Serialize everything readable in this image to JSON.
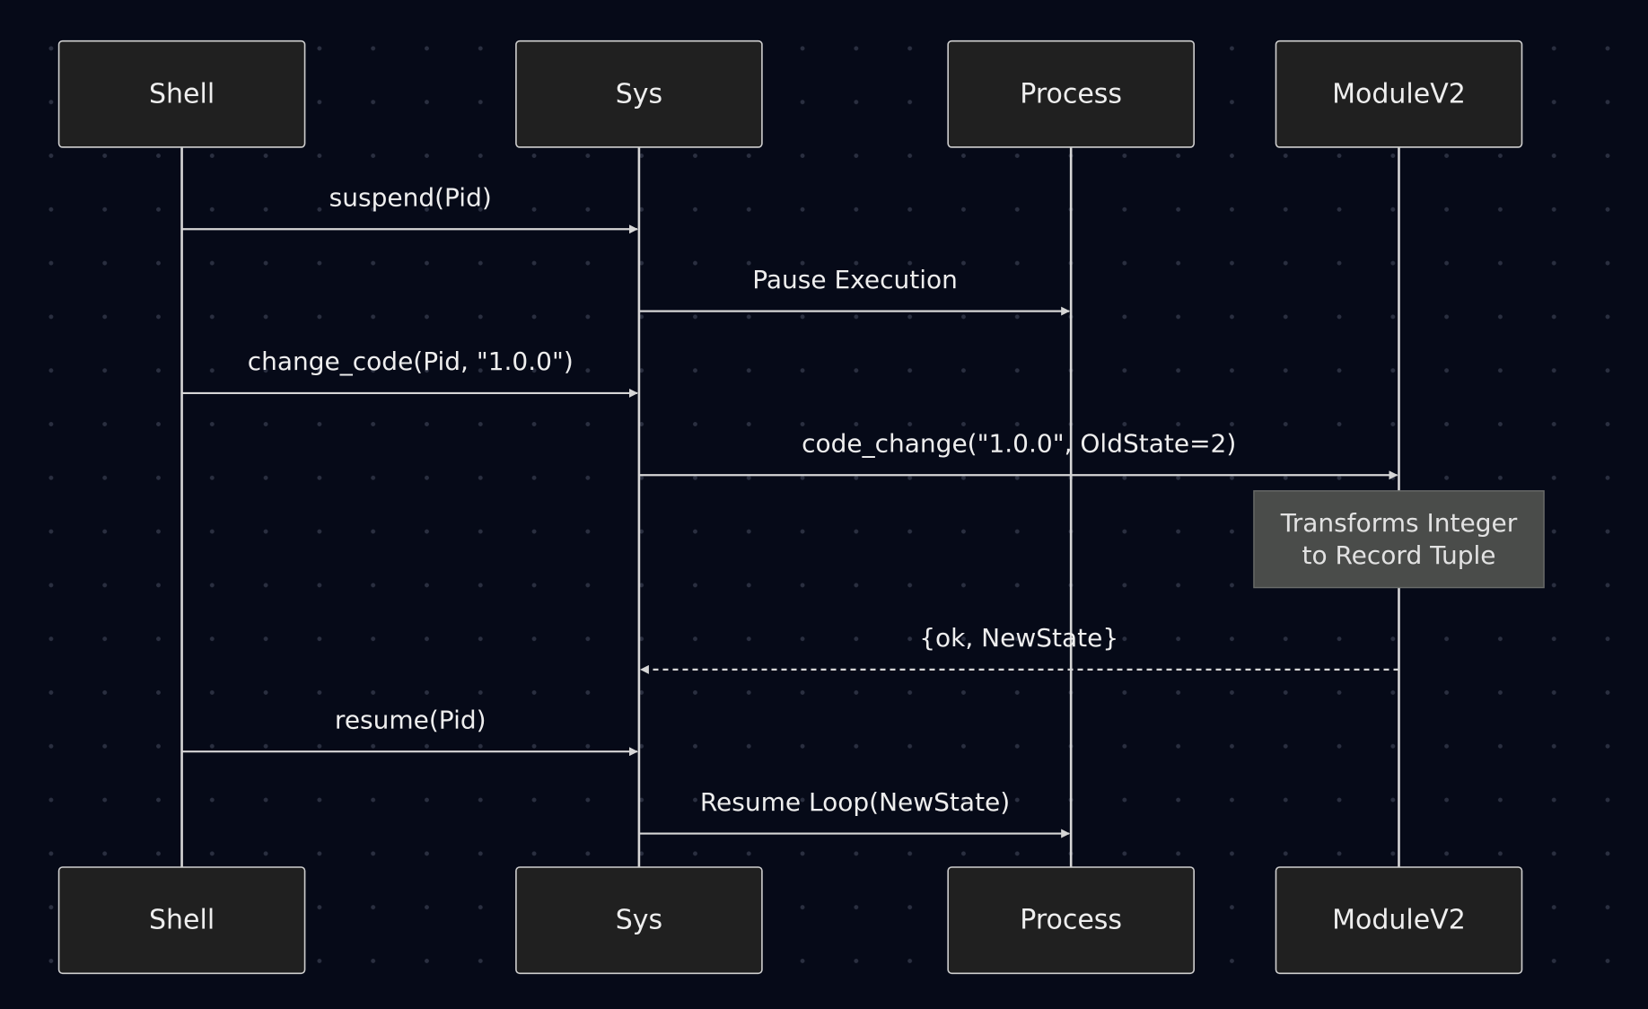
{
  "diagram": {
    "participants": [
      {
        "id": "shell",
        "label": "Shell"
      },
      {
        "id": "sys",
        "label": "Sys"
      },
      {
        "id": "process",
        "label": "Process"
      },
      {
        "id": "modulev2",
        "label": "ModuleV2"
      }
    ],
    "messages": [
      {
        "from": "shell",
        "to": "sys",
        "label": "suspend(Pid)",
        "style": "solid"
      },
      {
        "from": "sys",
        "to": "process",
        "label": "Pause Execution",
        "style": "solid"
      },
      {
        "from": "shell",
        "to": "sys",
        "label": "change_code(Pid, \"1.0.0\")",
        "style": "solid"
      },
      {
        "from": "sys",
        "to": "modulev2",
        "label": "code_change(\"1.0.0\", OldState=2)",
        "style": "solid"
      },
      {
        "from": "modulev2",
        "to": "sys",
        "label": "{ok, NewState}",
        "style": "dashed"
      },
      {
        "from": "shell",
        "to": "sys",
        "label": "resume(Pid)",
        "style": "solid"
      },
      {
        "from": "sys",
        "to": "process",
        "label": "Resume Loop(NewState)",
        "style": "solid"
      }
    ],
    "note": {
      "over": "modulev2",
      "lines": [
        "Transforms Integer",
        "to Record Tuple"
      ]
    },
    "colors": {
      "background": "#060a18",
      "actor_fill": "#202020",
      "actor_stroke": "#cfcfcf",
      "line": "#d6d6d6",
      "text": "#eeeeee",
      "note_fill": "#4a4c4a",
      "note_stroke": "#6a6c6a",
      "note_text": "#e2e2e2"
    }
  }
}
